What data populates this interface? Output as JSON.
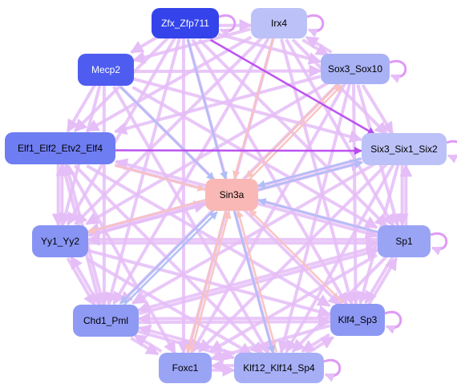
{
  "colors": {
    "edge_default": "#e5bdf7",
    "edge_strong": "#b84cf0",
    "edge_blue": "#b0bdf6",
    "edge_red": "#f8c2c0",
    "self_loop": "#df9af5"
  },
  "nodes": [
    {
      "id": "zfx",
      "label": "Zfx_Zfp711",
      "fill": "#3444ea",
      "text_color": "#ffffff"
    },
    {
      "id": "irx4",
      "label": "Irx4",
      "fill": "#bcc1f8",
      "text_color": "#000000"
    },
    {
      "id": "mecp2",
      "label": "Mecp2",
      "fill": "#4e5df0",
      "text_color": "#ffffff"
    },
    {
      "id": "sox3",
      "label": "Sox3_Sox10",
      "fill": "#aab2f6",
      "text_color": "#000000"
    },
    {
      "id": "elf1",
      "label": "Elf1_Elf2_Etv2_Elf4",
      "fill": "#6f7df2",
      "text_color": "#000000"
    },
    {
      "id": "six3",
      "label": "Six3_Six1_Six2",
      "fill": "#bcc2f8",
      "text_color": "#000000"
    },
    {
      "id": "sin3a",
      "label": "Sin3a",
      "fill": "#f9b8b5",
      "text_color": "#000000"
    },
    {
      "id": "yy1",
      "label": "Yy1_Yy2",
      "fill": "#8794f4",
      "text_color": "#000000"
    },
    {
      "id": "sp1",
      "label": "Sp1",
      "fill": "#9aa4f5",
      "text_color": "#000000"
    },
    {
      "id": "chd1",
      "label": "Chd1_Pml",
      "fill": "#8f9af4",
      "text_color": "#000000"
    },
    {
      "id": "klf4",
      "label": "Klf4_Sp3",
      "fill": "#8d98f4",
      "text_color": "#000000"
    },
    {
      "id": "foxc1",
      "label": "Foxc1",
      "fill": "#9aa4f5",
      "text_color": "#000000"
    },
    {
      "id": "klf12",
      "label": "Klf12_Klf14_Sp4",
      "fill": "#a6aff6",
      "text_color": "#000000"
    }
  ],
  "edges": [
    [
      "zfx",
      "sin3a",
      "blue"
    ],
    [
      "irx4",
      "sin3a",
      "red"
    ],
    [
      "mecp2",
      "sin3a",
      "blue"
    ],
    [
      "sox3",
      "sin3a",
      "red"
    ],
    [
      "elf1",
      "sin3a",
      "red"
    ],
    [
      "six3",
      "sin3a",
      "blue"
    ],
    [
      "yy1",
      "sin3a",
      "default"
    ],
    [
      "sp1",
      "sin3a",
      "blue"
    ],
    [
      "chd1",
      "sin3a",
      "blue"
    ],
    [
      "klf4",
      "sin3a",
      "red"
    ],
    [
      "foxc1",
      "sin3a",
      "red"
    ],
    [
      "klf12",
      "sin3a",
      "red"
    ],
    [
      "sin3a",
      "yy1",
      "red"
    ],
    [
      "sin3a",
      "chd1",
      "blue"
    ],
    [
      "sin3a",
      "foxc1",
      "red"
    ],
    [
      "sin3a",
      "klf12",
      "blue"
    ],
    [
      "sin3a",
      "sox3",
      "red"
    ],
    [
      "sin3a",
      "six3",
      "blue"
    ],
    [
      "zfx",
      "six3",
      "strong"
    ],
    [
      "elf1",
      "six3",
      "strong"
    ],
    [
      "zfx",
      "irx4",
      "default"
    ],
    [
      "zfx",
      "mecp2",
      "default"
    ],
    [
      "zfx",
      "sox3",
      "default"
    ],
    [
      "zfx",
      "elf1",
      "default"
    ],
    [
      "zfx",
      "yy1",
      "default"
    ],
    [
      "zfx",
      "chd1",
      "default"
    ],
    [
      "zfx",
      "foxc1",
      "default"
    ],
    [
      "zfx",
      "klf12",
      "default"
    ],
    [
      "zfx",
      "klf4",
      "default"
    ],
    [
      "zfx",
      "sp1",
      "default"
    ],
    [
      "irx4",
      "sox3",
      "default"
    ],
    [
      "irx4",
      "mecp2",
      "default"
    ],
    [
      "irx4",
      "elf1",
      "default"
    ],
    [
      "irx4",
      "six3",
      "default"
    ],
    [
      "irx4",
      "yy1",
      "default"
    ],
    [
      "irx4",
      "chd1",
      "default"
    ],
    [
      "irx4",
      "klf4",
      "default"
    ],
    [
      "irx4",
      "foxc1",
      "default"
    ],
    [
      "irx4",
      "sp1",
      "default"
    ],
    [
      "mecp2",
      "elf1",
      "default"
    ],
    [
      "mecp2",
      "sox3",
      "default"
    ],
    [
      "mecp2",
      "six3",
      "default"
    ],
    [
      "mecp2",
      "yy1",
      "default"
    ],
    [
      "mecp2",
      "klf4",
      "default"
    ],
    [
      "mecp2",
      "sp1",
      "default"
    ],
    [
      "mecp2",
      "klf12",
      "default"
    ],
    [
      "mecp2",
      "chd1",
      "default"
    ],
    [
      "sox3",
      "six3",
      "default"
    ],
    [
      "sox3",
      "elf1",
      "default"
    ],
    [
      "sox3",
      "yy1",
      "default"
    ],
    [
      "sox3",
      "chd1",
      "default"
    ],
    [
      "sox3",
      "foxc1",
      "default"
    ],
    [
      "sox3",
      "klf12",
      "default"
    ],
    [
      "sox3",
      "sp1",
      "default"
    ],
    [
      "sox3",
      "klf4",
      "default"
    ],
    [
      "elf1",
      "yy1",
      "default"
    ],
    [
      "elf1",
      "sp1",
      "default"
    ],
    [
      "elf1",
      "chd1",
      "default"
    ],
    [
      "elf1",
      "klf4",
      "default"
    ],
    [
      "elf1",
      "klf12",
      "default"
    ],
    [
      "elf1",
      "foxc1",
      "default"
    ],
    [
      "six3",
      "yy1",
      "default"
    ],
    [
      "six3",
      "sp1",
      "default"
    ],
    [
      "six3",
      "chd1",
      "default"
    ],
    [
      "six3",
      "klf4",
      "default"
    ],
    [
      "six3",
      "klf12",
      "default"
    ],
    [
      "six3",
      "foxc1",
      "default"
    ],
    [
      "yy1",
      "sp1",
      "default"
    ],
    [
      "yy1",
      "chd1",
      "default"
    ],
    [
      "yy1",
      "klf4",
      "default"
    ],
    [
      "yy1",
      "klf12",
      "default"
    ],
    [
      "yy1",
      "six3",
      "default"
    ],
    [
      "sp1",
      "chd1",
      "default"
    ],
    [
      "sp1",
      "klf4",
      "default"
    ],
    [
      "sp1",
      "foxc1",
      "default"
    ],
    [
      "sp1",
      "klf12",
      "default"
    ],
    [
      "sp1",
      "yy1",
      "default"
    ],
    [
      "sp1",
      "elf1",
      "default"
    ],
    [
      "chd1",
      "klf4",
      "default"
    ],
    [
      "chd1",
      "foxc1",
      "default"
    ],
    [
      "chd1",
      "klf12",
      "default"
    ],
    [
      "chd1",
      "sp1",
      "default"
    ],
    [
      "chd1",
      "yy1",
      "default"
    ],
    [
      "klf4",
      "klf12",
      "default"
    ],
    [
      "klf4",
      "foxc1",
      "default"
    ],
    [
      "klf4",
      "chd1",
      "default"
    ],
    [
      "foxc1",
      "klf12",
      "default"
    ],
    [
      "foxc1",
      "chd1",
      "default"
    ],
    [
      "klf12",
      "foxc1",
      "default"
    ],
    [
      "klf12",
      "chd1",
      "default"
    ],
    [
      "klf12",
      "klf4",
      "default"
    ],
    [
      "yy1",
      "elf1",
      "default"
    ],
    [
      "chd1",
      "elf1",
      "default"
    ],
    [
      "klf4",
      "sp1",
      "default"
    ],
    [
      "sp1",
      "six3",
      "default"
    ],
    [
      "sox3",
      "irx4",
      "default"
    ]
  ],
  "self_loops": [
    "zfx",
    "irx4",
    "sox3",
    "six3",
    "sp1",
    "klf4",
    "klf12"
  ]
}
